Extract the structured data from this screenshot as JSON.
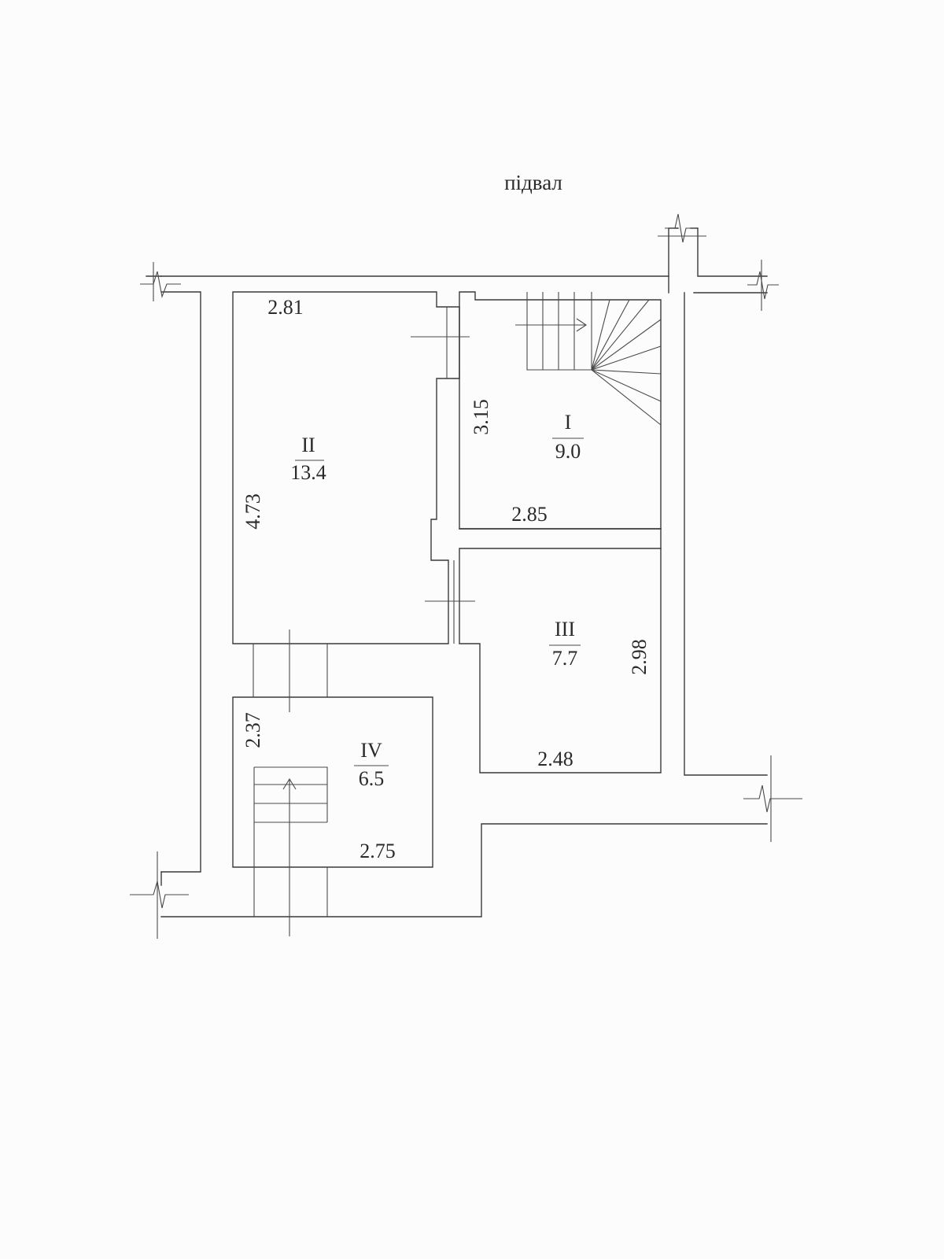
{
  "title": "підвал",
  "rooms": [
    {
      "id": "I",
      "numeral": "I",
      "area": "9.0"
    },
    {
      "id": "II",
      "numeral": "II",
      "area": "13.4"
    },
    {
      "id": "III",
      "numeral": "III",
      "area": "7.7"
    },
    {
      "id": "IV",
      "numeral": "IV",
      "area": "6.5"
    }
  ],
  "dimensions": {
    "room_II_top": "2.81",
    "room_II_left": "4.73",
    "room_I_left": "3.15",
    "room_I_bottom": "2.85",
    "room_III_right": "2.98",
    "room_III_bottom": "2.48",
    "room_IV_left": "2.37",
    "room_IV_bottom": "2.75"
  },
  "colors": {
    "line": "#3a3a3a",
    "paper": "#fcfcfc"
  }
}
